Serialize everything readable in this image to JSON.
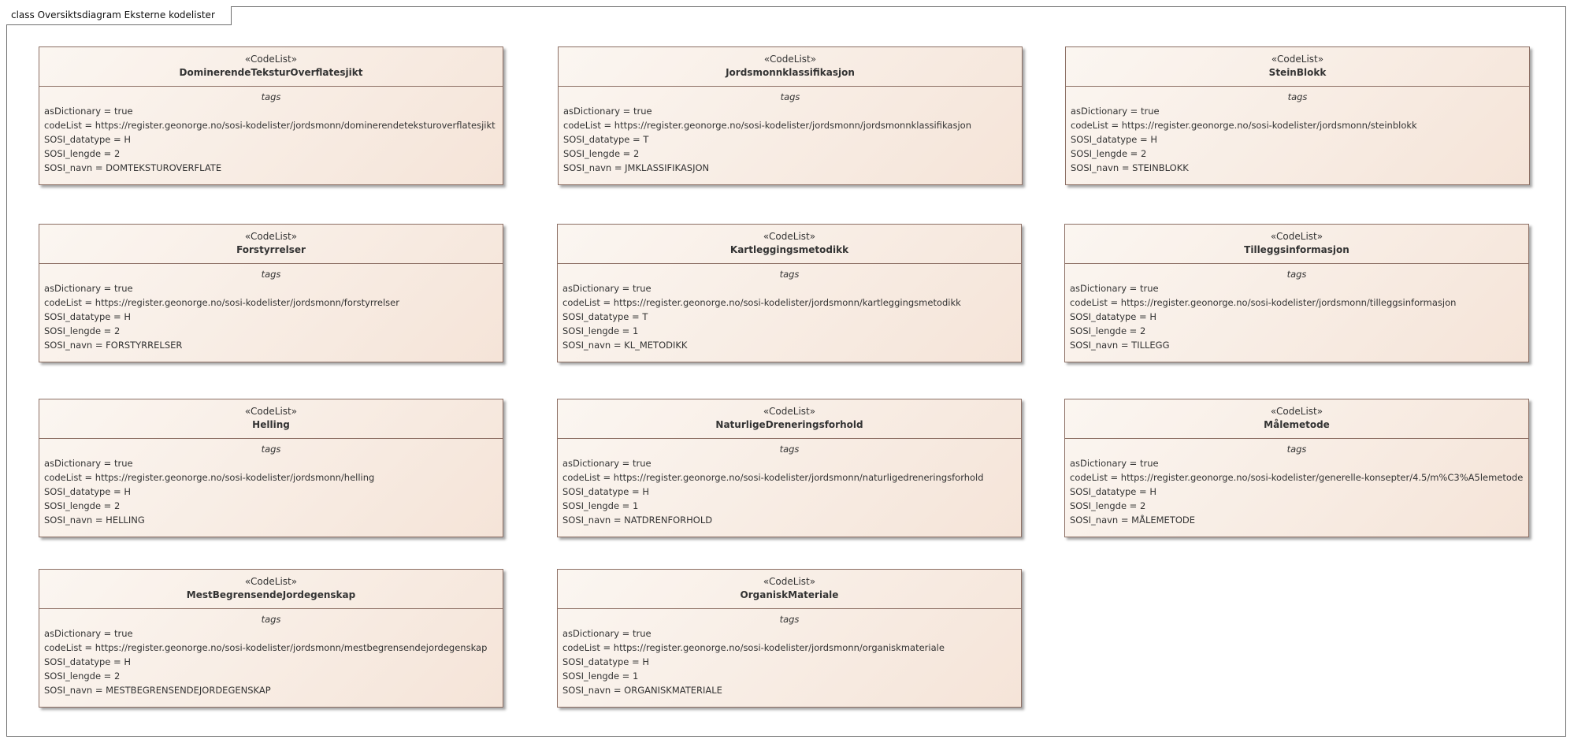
{
  "diagram_title": "class Oversiktsdiagram Eksterne kodelister",
  "tags_label": "tags",
  "classes": [
    {
      "stereotype": "«CodeList»",
      "name": "DominerendeTeksturOverflatesjikt",
      "lines": [
        "asDictionary = true",
        "codeList = https://register.geonorge.no/sosi-kodelister/jordsmonn/dominerendeteksturoverflatesjikt",
        "SOSI_datatype = H",
        "SOSI_lengde = 2",
        "SOSI_navn = DOMTEKSTUROVERFLATE"
      ]
    },
    {
      "stereotype": "«CodeList»",
      "name": "Jordsmonnklassifikasjon",
      "lines": [
        "asDictionary = true",
        "codeList = https://register.geonorge.no/sosi-kodelister/jordsmonn/jordsmonnklassifikasjon",
        "SOSI_datatype = T",
        "SOSI_lengde = 2",
        "SOSI_navn = JMKLASSIFIKASJON"
      ]
    },
    {
      "stereotype": "«CodeList»",
      "name": "SteinBlokk",
      "lines": [
        "asDictionary = true",
        "codeList = https://register.geonorge.no/sosi-kodelister/jordsmonn/steinblokk",
        "SOSI_datatype = H",
        "SOSI_lengde = 2",
        "SOSI_navn = STEINBLOKK"
      ]
    },
    {
      "stereotype": "«CodeList»",
      "name": "Forstyrrelser",
      "lines": [
        "asDictionary = true",
        "codeList = https://register.geonorge.no/sosi-kodelister/jordsmonn/forstyrrelser",
        "SOSI_datatype = H",
        "SOSI_lengde = 2",
        "SOSI_navn = FORSTYRRELSER"
      ]
    },
    {
      "stereotype": "«CodeList»",
      "name": "Kartleggingsmetodikk",
      "lines": [
        "asDictionary = true",
        "codeList = https://register.geonorge.no/sosi-kodelister/jordsmonn/kartleggingsmetodikk",
        "SOSI_datatype = T",
        "SOSI_lengde = 1",
        "SOSI_navn = KL_METODIKK"
      ]
    },
    {
      "stereotype": "«CodeList»",
      "name": "Tilleggsinformasjon",
      "lines": [
        "asDictionary = true",
        "codeList = https://register.geonorge.no/sosi-kodelister/jordsmonn/tilleggsinformasjon",
        "SOSI_datatype = H",
        "SOSI_lengde = 2",
        "SOSI_navn = TILLEGG"
      ]
    },
    {
      "stereotype": "«CodeList»",
      "name": "Helling",
      "lines": [
        "asDictionary = true",
        "codeList = https://register.geonorge.no/sosi-kodelister/jordsmonn/helling",
        "SOSI_datatype = H",
        "SOSI_lengde = 2",
        "SOSI_navn = HELLING"
      ]
    },
    {
      "stereotype": "«CodeList»",
      "name": "NaturligeDreneringsforhold",
      "lines": [
        "asDictionary = true",
        "codeList = https://register.geonorge.no/sosi-kodelister/jordsmonn/naturligedreneringsforhold",
        "SOSI_datatype = H",
        "SOSI_lengde = 1",
        "SOSI_navn = NATDRENFORHOLD"
      ]
    },
    {
      "stereotype": "«CodeList»",
      "name": "Målemetode",
      "lines": [
        "asDictionary = true",
        "codeList = https://register.geonorge.no/sosi-kodelister/generelle-konsepter/4.5/m%C3%A5lemetode",
        "SOSI_datatype = H",
        "SOSI_lengde = 2",
        "SOSI_navn = MÅLEMETODE"
      ]
    },
    {
      "stereotype": "«CodeList»",
      "name": "MestBegrensendeJordegenskap",
      "lines": [
        "asDictionary = true",
        "codeList = https://register.geonorge.no/sosi-kodelister/jordsmonn/mestbegrensendejordegenskap",
        "SOSI_datatype = H",
        "SOSI_lengde = 2",
        "SOSI_navn = MESTBEGRENSENDEJORDEGENSKAP"
      ]
    },
    {
      "stereotype": "«CodeList»",
      "name": "OrganiskMateriale",
      "lines": [
        "asDictionary = true",
        "codeList = https://register.geonorge.no/sosi-kodelister/jordsmonn/organiskmateriale",
        "SOSI_datatype = H",
        "SOSI_lengde = 1",
        "SOSI_navn = ORGANISKMATERIALE"
      ]
    }
  ]
}
